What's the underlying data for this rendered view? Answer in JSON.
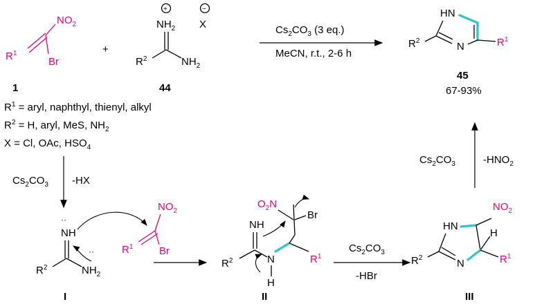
{
  "colors": {
    "accent": "#e6007e",
    "bond_highlight": "#2cc5c8",
    "ink": "#000000"
  },
  "labels": {
    "compound_1": "1",
    "compound_44": "44",
    "compound_45": "45",
    "intermediate_I": "I",
    "intermediate_II": "II",
    "intermediate_III": "III",
    "plus": "+",
    "plus_charge": "+",
    "minus_charge": "−",
    "anion_x": "X"
  },
  "atoms": {
    "no2": "NO",
    "no2_sub": "2",
    "br": "Br",
    "r": "R",
    "one": "1",
    "two": "2",
    "nh2": "NH",
    "nh": "NH",
    "hn": "HN",
    "n": "N",
    "h": "H",
    "o2n": "O",
    "o2n_sub": "2",
    "o2n_n": "N",
    "colon": "··"
  },
  "conditions": {
    "main_top": "Cs",
    "main_top_sub": "2",
    "main_top_rest": "CO",
    "main_top_sub3": "3",
    "main_top_tail": " (3 eq.)",
    "main_bottom": "MeCN, r.t., 2-6 h",
    "step1_reagent": "Cs",
    "step1_tail": "CO",
    "step1_loss": "-HX",
    "step3_reagent": "Cs",
    "step3_tail": "CO",
    "step3_loss": "-HBr",
    "step4_reagent": "Cs",
    "step4_tail": "CO",
    "step4_loss": "-HNO",
    "step4_loss_sub": "2"
  },
  "substituents": {
    "r1_line": " = aryl, naphthyl, thienyl, alkyl",
    "r2_line": " = H, aryl, MeS, NH",
    "x_line_prefix": "X = Cl, OAc, HSO",
    "x_line_sub": "4"
  },
  "yield": "67-93%"
}
